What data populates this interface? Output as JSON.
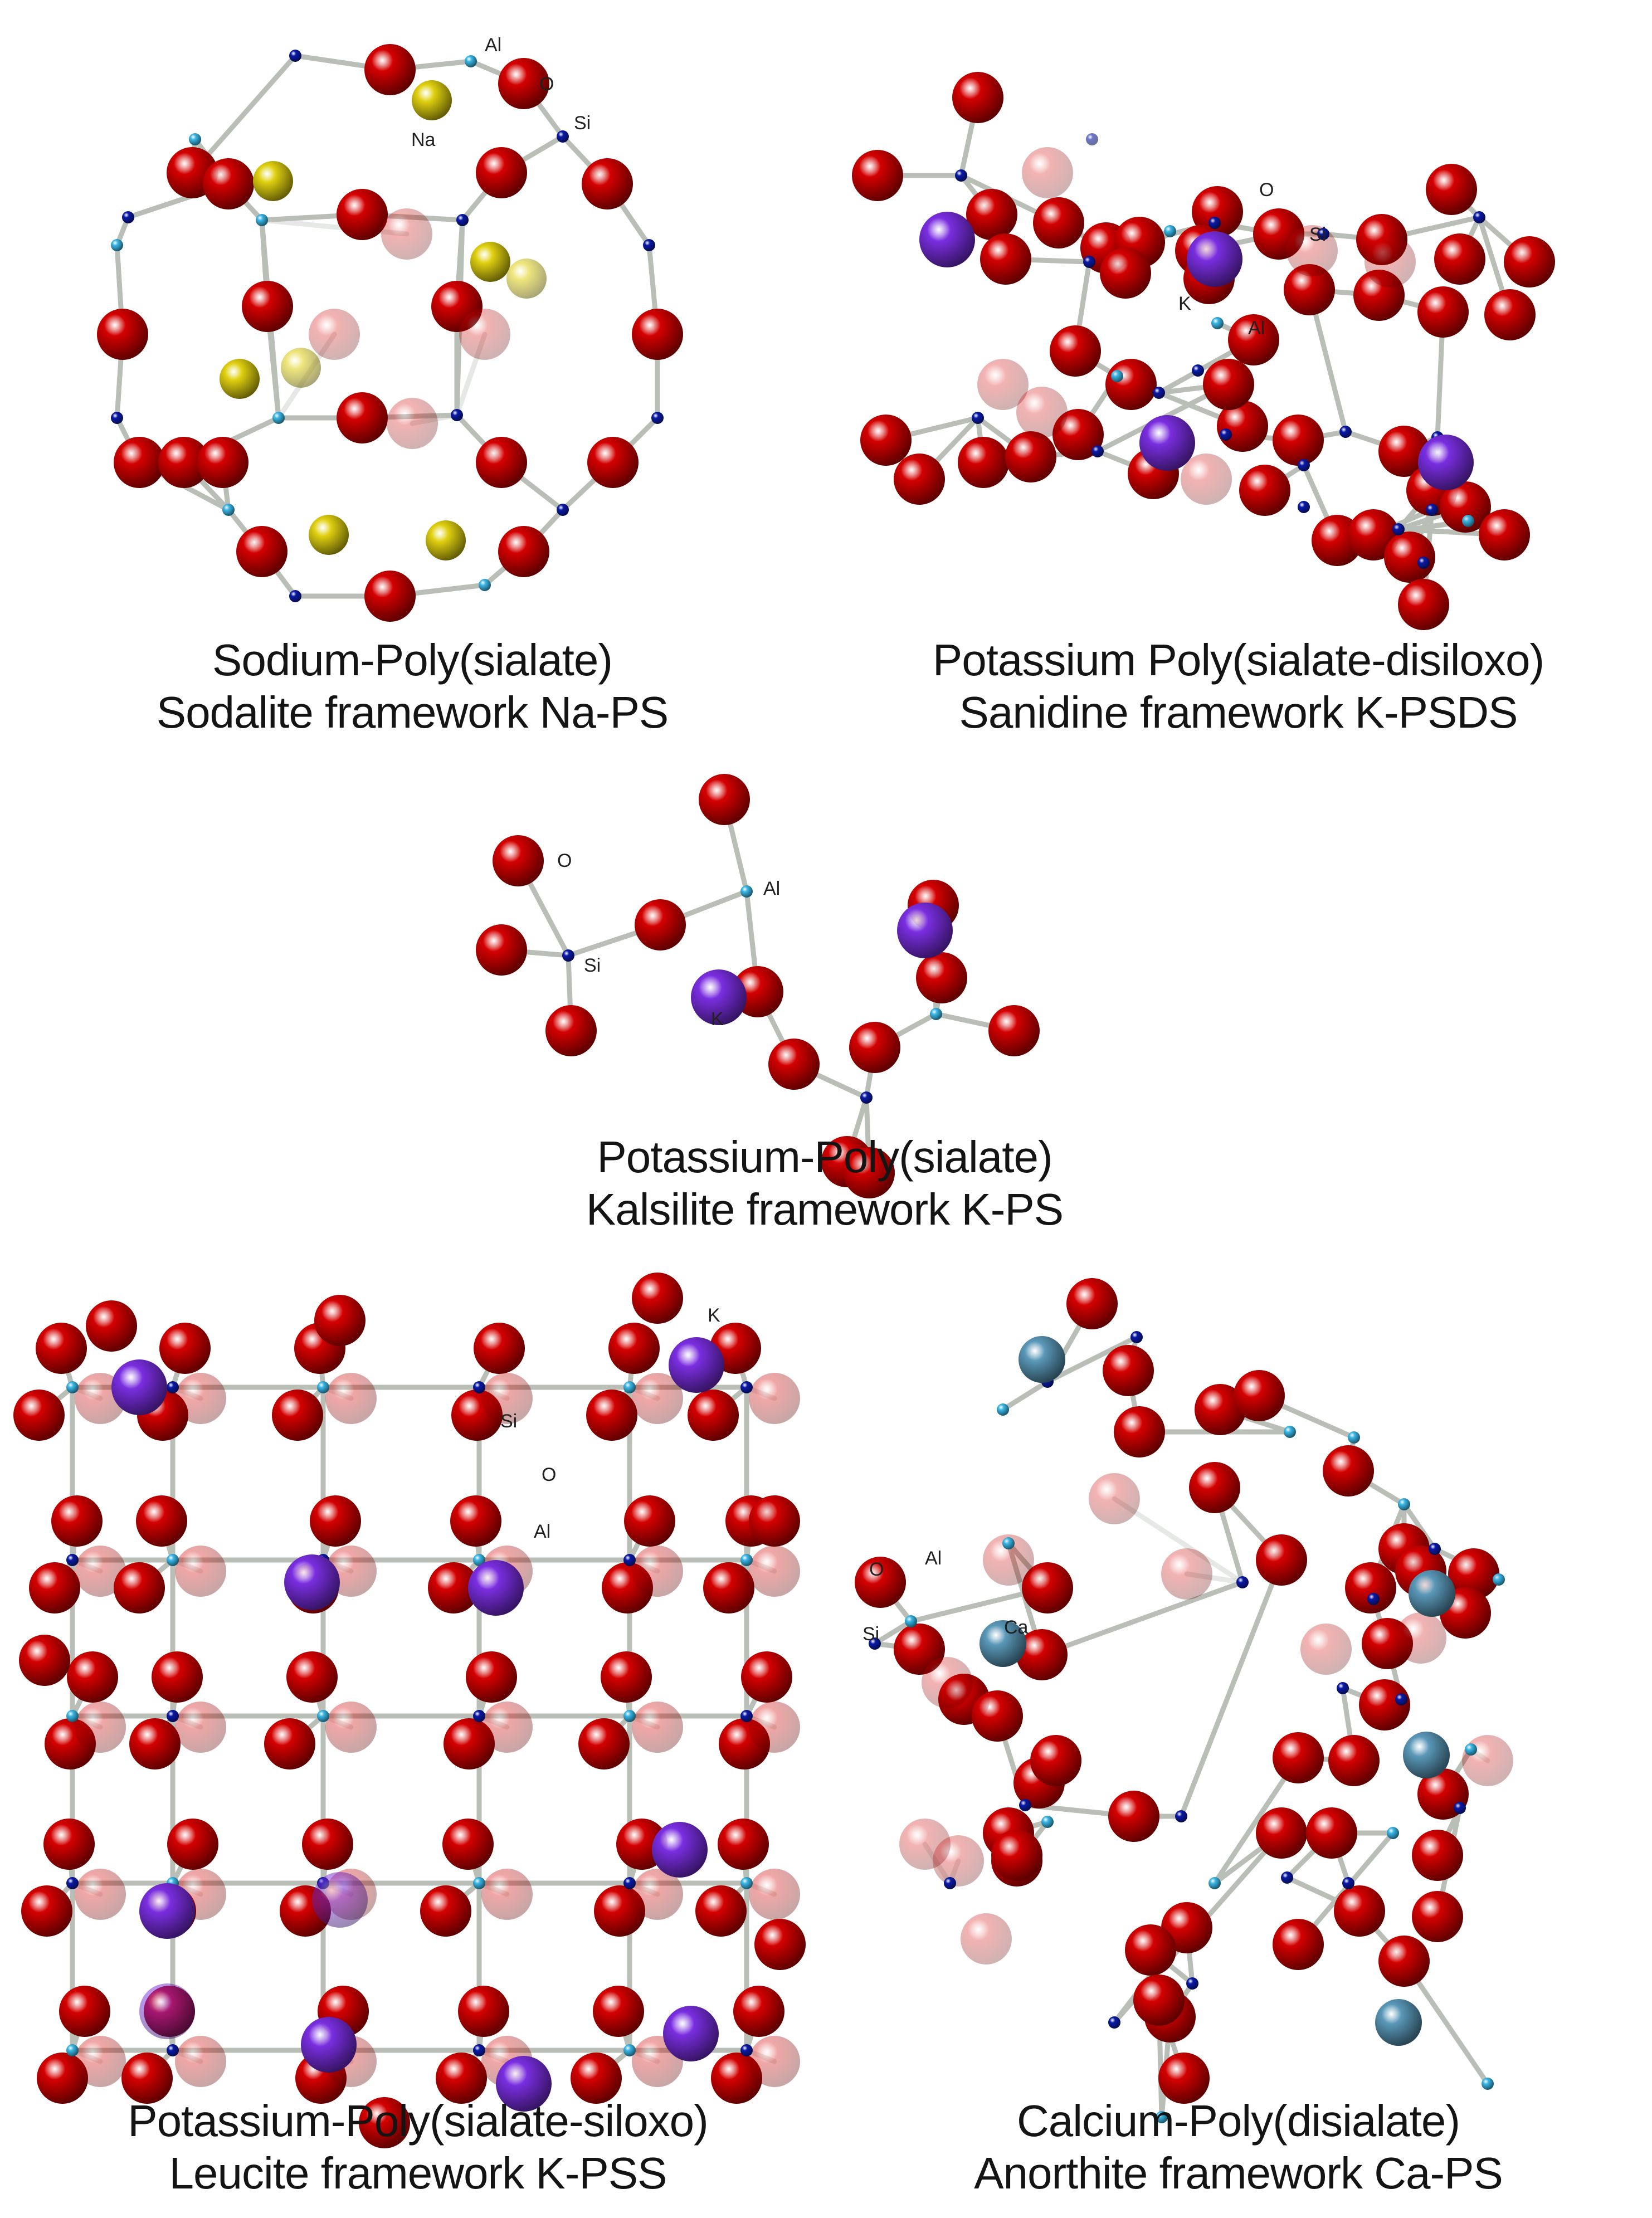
{
  "legend": {
    "oxygen_color": "#d40000",
    "silicon_color": "#0a1aa8",
    "aluminum_color": "#3ab8e8",
    "sodium_color": "#e0d010",
    "potassium_color": "#7a2ee0",
    "calcium_color": "#5a98b8"
  },
  "panels": [
    {
      "id": "na-ps",
      "caption_line1": "Sodium-Poly(sialate)",
      "caption_line2": "Sodalite framework  Na-PS",
      "labels": {
        "al": "Al",
        "o": "O",
        "si": "Si",
        "cation": "Na"
      }
    },
    {
      "id": "k-psds",
      "caption_line1": "Potassium Poly(sialate-disiloxo)",
      "caption_line2": "Sanidine framework  K-PSDS",
      "labels": {
        "o": "O",
        "si": "Si",
        "cation": "K",
        "al": "Al"
      }
    },
    {
      "id": "k-ps",
      "caption_line1": "Potassium-Poly(sialate)",
      "caption_line2": "Kalsilite framework  K-PS",
      "labels": {
        "o": "O",
        "al": "Al",
        "si": "Si",
        "cation": "K"
      }
    },
    {
      "id": "k-pss",
      "caption_line1": "Potassium-Poly(sialate-siloxo)",
      "caption_line2": "Leucite framework  K-PSS",
      "labels": {
        "cation": "K",
        "si": "Si",
        "o": "O",
        "al": "Al"
      }
    },
    {
      "id": "ca-ps",
      "caption_line1": "Calcium-Poly(disialate)",
      "caption_line2": "Anorthite framework  Ca-PS",
      "labels": {
        "o": "O",
        "al": "Al",
        "si": "Si",
        "cation": "Ca"
      }
    }
  ]
}
